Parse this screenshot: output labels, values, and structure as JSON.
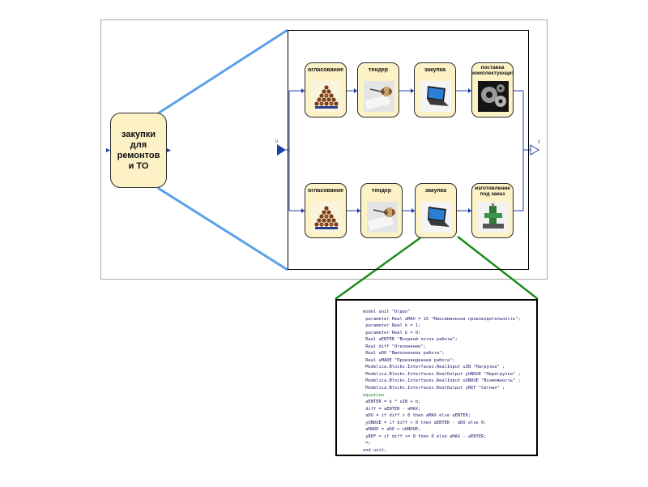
{
  "main_block": {
    "label": "закупки для ремонтов и ТО"
  },
  "ports": {
    "input": "u",
    "output": "y"
  },
  "row1": [
    {
      "label": "оглаcование",
      "icon": "pyramid-icon"
    },
    {
      "label": "тендер",
      "icon": "tender-icon"
    },
    {
      "label": "закупка",
      "icon": "laptop-icon"
    },
    {
      "label": "поставка комплектующих",
      "icon": "gears-icon"
    }
  ],
  "row2": [
    {
      "label": "оглаcование",
      "icon": "pyramid-icon"
    },
    {
      "label": "тендер",
      "icon": "tender-icon"
    },
    {
      "label": "закупка",
      "icon": "laptop-icon"
    },
    {
      "label": "изготовление под заказ",
      "icon": "machine-icon"
    }
  ],
  "colors": {
    "zoom_lines": "#5aa0e8",
    "detail_lines": "#1a8c1a",
    "wires": "#1f3ea8",
    "block_fill": "#fdf1c6"
  },
  "code_lines": [
    "model unit \"Отдел\"",
    "parameter Real aMAX = 15 \"Максимальная производительность\";",
    "parameter Real k = 1;",
    "parameter Real b = 0;",
    "Real aENTER \"Входной поток работы\";",
    "Real diff \"Отклонение\";",
    "Real aDO \"Выполненная работа\";",
    "Real aMADE \"Произведенная работа\";",
    "Modelica.Blocks.Interfaces.RealInput uIN \"Нагрузка\" ;",
    "Modelica.Blocks.Interfaces.RealOutput yUNDUE \"Перегрузка\" ;",
    "Modelica.Blocks.Interfaces.RealInput uUNDUE \"Возможность\" ;",
    "Modelica.Blocks.Interfaces.RealOutput yREF \"Сигнал\" ;",
    "equation",
    "aENTER = k * uIN + b;",
    "diff = aENTER - aMAX;",
    "aDO = if diff > 0 then aMAX else aENTER;",
    "yUNDUE = if diff > 0 then aENTER - aDO else 0;",
    "aMADE = aDO + uUNDUE;",
    "yREF = if diff >= 0 then 0 else aMAX - aENTER;",
    "=;",
    "end unit;"
  ]
}
